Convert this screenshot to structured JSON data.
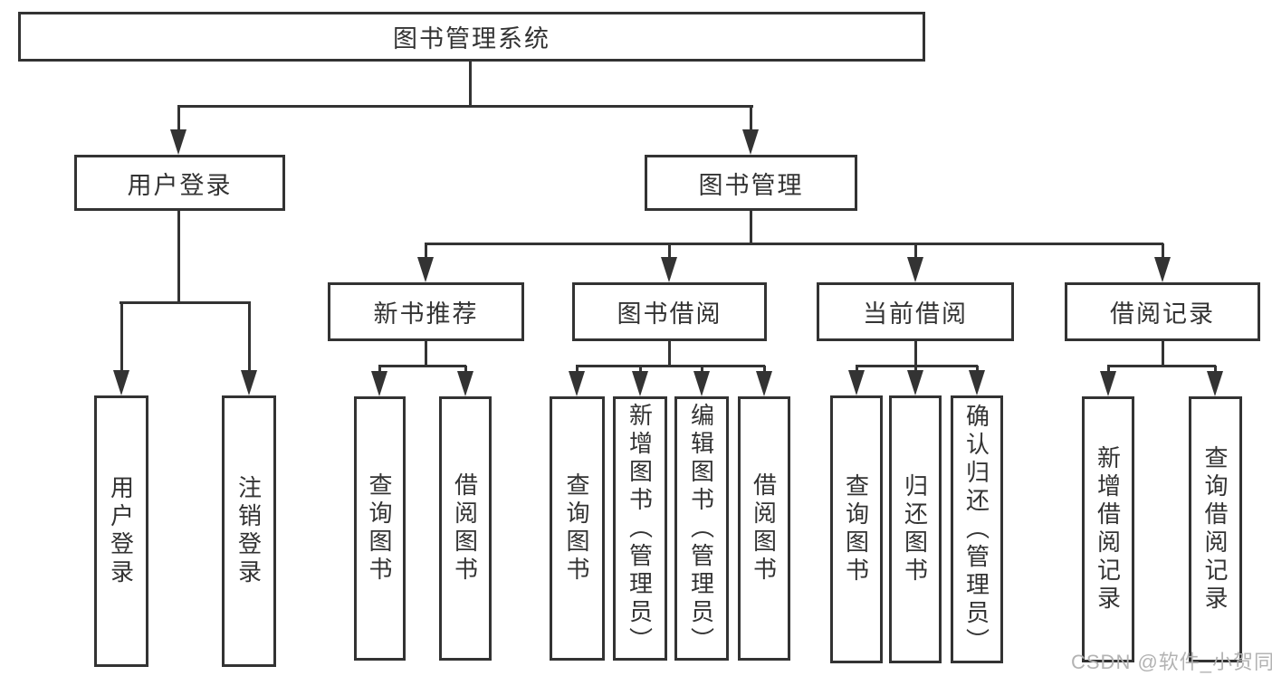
{
  "diagram_type": "hierarchy-tree",
  "tree": {
    "label": "图书管理系统",
    "children": [
      {
        "label": "用户登录",
        "children": [
          {
            "label": "用户登录"
          },
          {
            "label": "注销登录"
          }
        ]
      },
      {
        "label": "图书管理",
        "children": [
          {
            "label": "新书推荐",
            "children": [
              {
                "label": "查询图书"
              },
              {
                "label": "借阅图书"
              }
            ]
          },
          {
            "label": "图书借阅",
            "children": [
              {
                "label": "查询图书"
              },
              {
                "label": "新增图书（管理员）"
              },
              {
                "label": "编辑图书（管理员）"
              },
              {
                "label": "借阅图书"
              }
            ]
          },
          {
            "label": "当前借阅",
            "children": [
              {
                "label": "查询图书"
              },
              {
                "label": "归还图书"
              },
              {
                "label": "确认归还（管理员）"
              }
            ]
          },
          {
            "label": "借阅记录",
            "children": [
              {
                "label": "新增借阅记录"
              },
              {
                "label": "查询借阅记录"
              }
            ]
          }
        ]
      }
    ]
  },
  "watermark": {
    "text": "CSDN @软件_小贺同学"
  },
  "colors": {
    "line": "#333333",
    "box_border": "#333333",
    "text": "#333333",
    "background": "#ffffff",
    "watermark": "#b3b3b3"
  }
}
